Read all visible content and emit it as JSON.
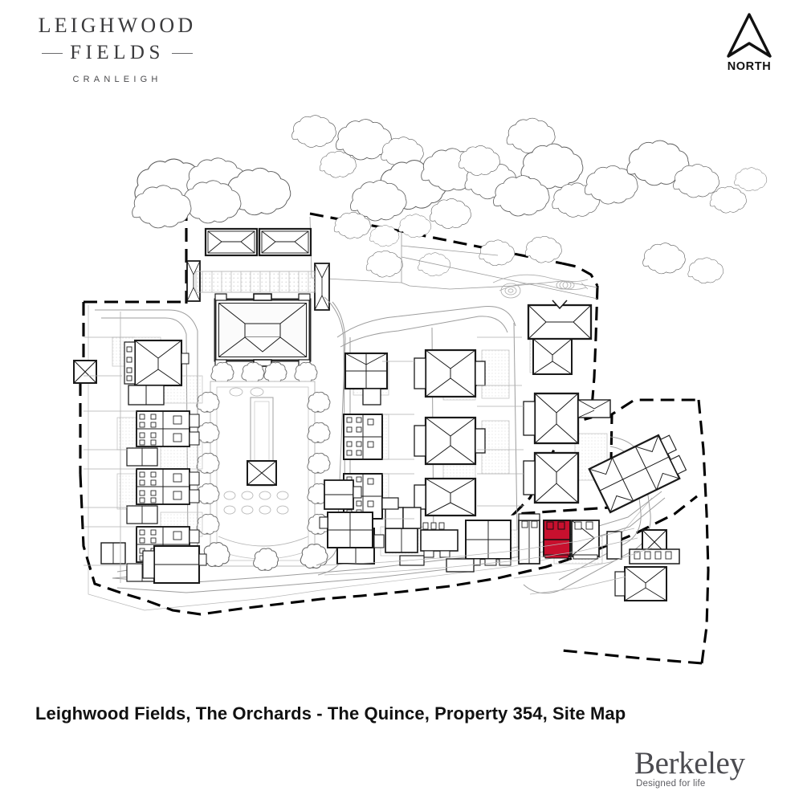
{
  "brand": {
    "line1": "LEIGHWOOD",
    "line2": "FIELDS",
    "line3": "CRANLEIGH"
  },
  "north": {
    "label": "NORTH",
    "icon": "north-arrow-icon"
  },
  "caption": {
    "text": "Leighwood Fields, The Orchards - The Quince, Property 354, Site Map"
  },
  "developer": {
    "name": "Berkeley",
    "tagline": "Designed for life"
  },
  "map": {
    "title": "Leighwood Fields site plan",
    "highlight": {
      "label": "Property 354",
      "plot_name": "The Quince",
      "color": "#C8102E",
      "outline": "#111111"
    },
    "colors": {
      "building_outline": "#1a1a1a",
      "secondary_line": "#8c8c8c",
      "light_line": "#b8b8b8",
      "paving_dots": "#c9c9c9",
      "tree_outline": "#555555",
      "boundary": "#000000",
      "background": "#ffffff"
    },
    "features": [
      {
        "name": "site-boundary",
        "style": "heavy-dashed"
      },
      {
        "name": "tree-canopy-group",
        "style": "cloud-outline"
      },
      {
        "name": "manor-house",
        "style": "hipped-roof"
      },
      {
        "name": "formal-garden",
        "style": "lawn-avenue"
      },
      {
        "name": "terraced-housing-west",
        "style": "row"
      },
      {
        "name": "apartment-blocks-east",
        "style": "block"
      },
      {
        "name": "carport-blocks",
        "style": "hipped-roof"
      },
      {
        "name": "parking-courts",
        "style": "hatched"
      },
      {
        "name": "access-roads",
        "style": "kerb-lines"
      }
    ]
  }
}
